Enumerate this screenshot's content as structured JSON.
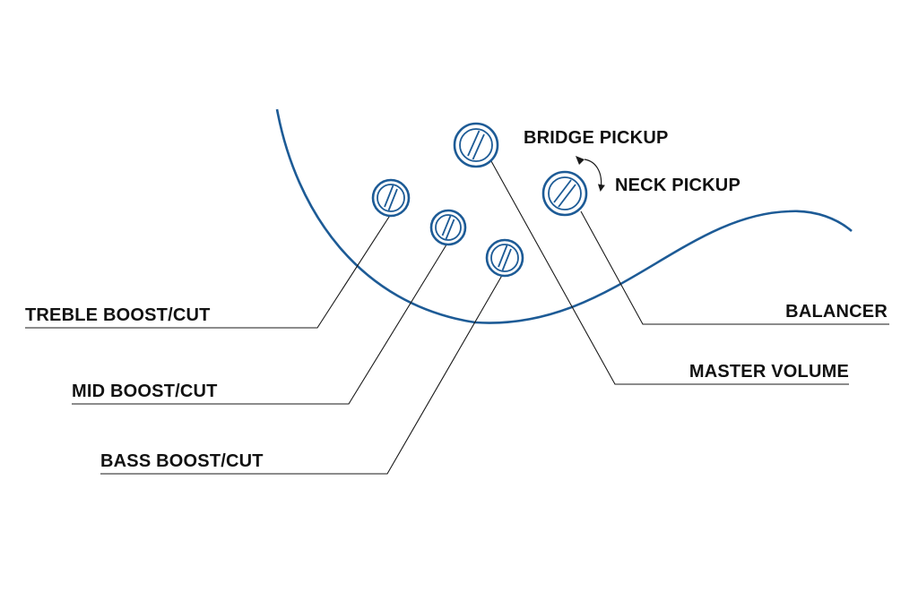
{
  "colors": {
    "accent": "#1d5b96",
    "line": "#1a1a1a",
    "text": "#111111",
    "background": "#ffffff"
  },
  "labels": {
    "bridge_pickup": "BRIDGE PICKUP",
    "neck_pickup": "NECK PICKUP",
    "treble": "TREBLE BOOST/CUT",
    "balancer": "BALANCER",
    "mid": "MID BOOST/CUT",
    "master_volume": "MASTER VOLUME",
    "bass": "BASS BOOST/CUT"
  },
  "icons": {
    "knob": "control-knob-icon",
    "switch_arrow": "curved-arrow-icon"
  }
}
